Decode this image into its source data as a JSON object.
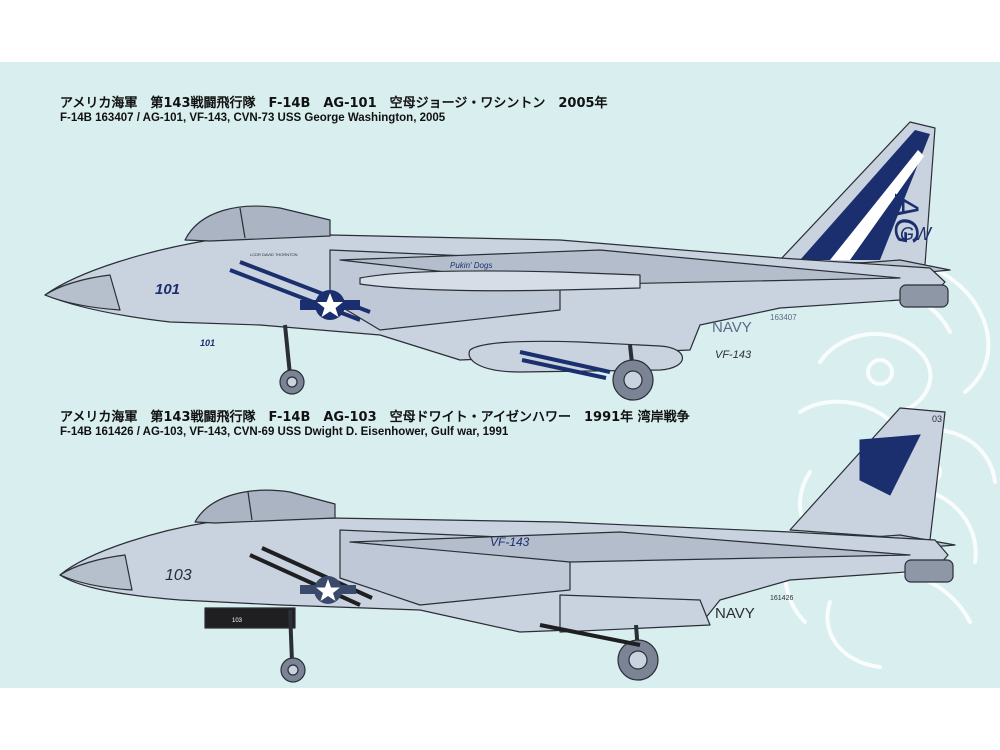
{
  "profiles": [
    {
      "caption_jp": "アメリカ海軍　第143戦闘飛行隊　F-14B　AG-101　空母ジョージ・ワシントン　2005年",
      "caption_en": "F-14B 163407 / AG-101, VF-143, CVN-73 USS George Washington, 2005",
      "nose_number": "101",
      "gear_door_number": "101",
      "nose_small_text": "LCDR  DAVID  THORNTON",
      "bomb_text": "Pukin' Dogs",
      "tail_code": "AG",
      "tail_code_2": "GW",
      "fuselage_text": "NAVY",
      "serial": "163407",
      "squadron_text": "VF-143",
      "tail_color": "#1b2f6e"
    },
    {
      "caption_jp": "アメリカ海軍　第143戦闘飛行隊　F-14B　AG-103　空母ドワイト・アイゼンハワー　1991年 湾岸戦争",
      "caption_en": "F-14B 161426 / AG-103, VF-143, CVN-69 USS Dwight D. Eisenhower, Gulf war, 1991",
      "nose_number": "103",
      "gear_door_number": "103",
      "tail_top_number": "03",
      "squadron_text": "VF-143",
      "fuselage_text": "NAVY",
      "serial": "161426"
    }
  ],
  "colors": {
    "background": "#d9eeee",
    "airframe": "#c9d2df",
    "airframe_dark": "#aab4c3",
    "outline": "#2a2e36",
    "navy_blue": "#1b2f6e"
  }
}
